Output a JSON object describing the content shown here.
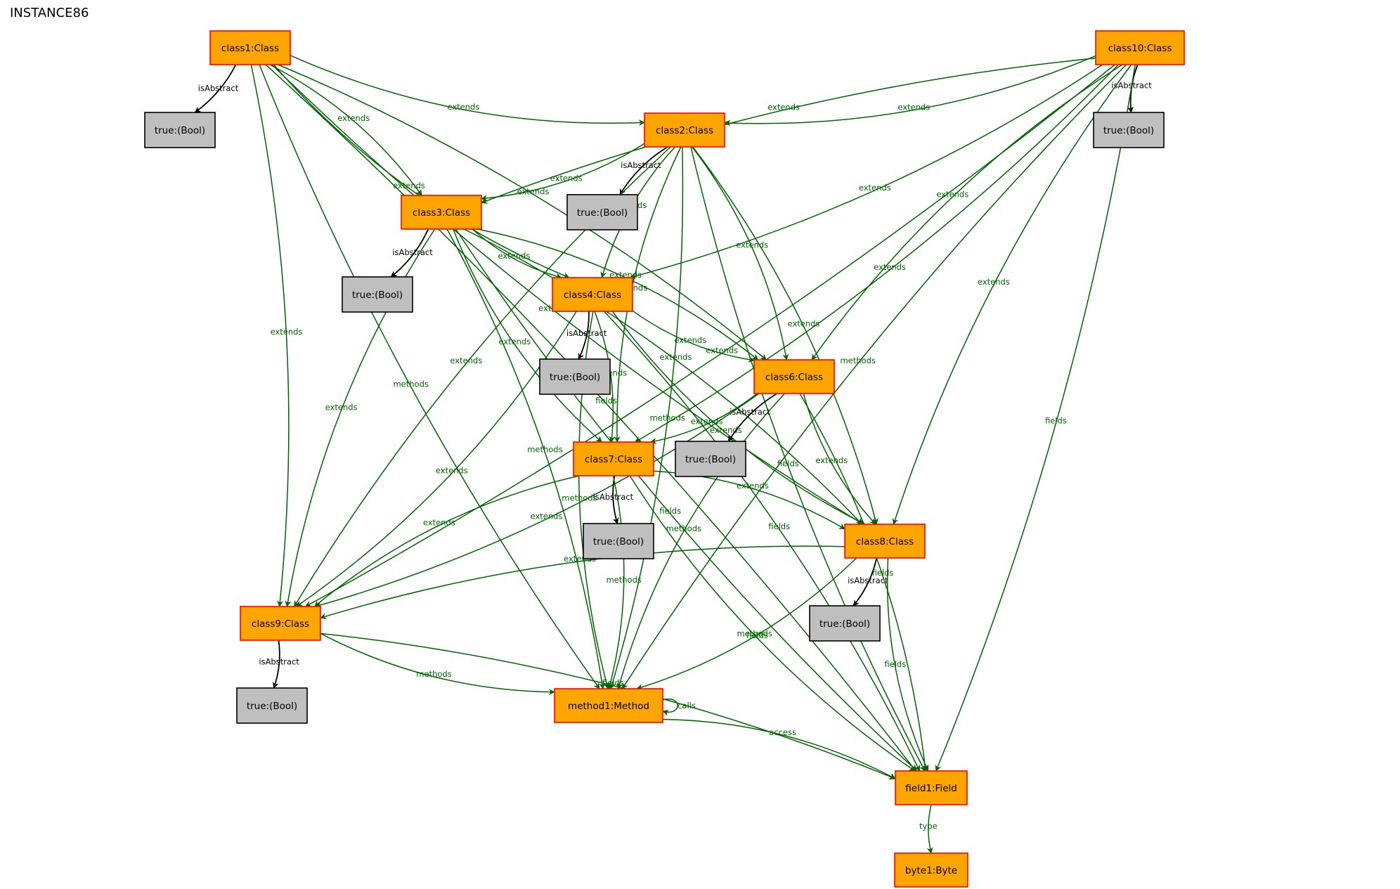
{
  "title": "INSTANCE86",
  "colors": {
    "class_fill": "#ffa500",
    "class_stroke": "#ff0000",
    "bool_fill": "#bfbfbf",
    "bool_stroke": "#000000",
    "edge_green": "#006400",
    "edge_black": "#000000"
  },
  "nodes": [
    {
      "id": "class1",
      "label": "class1:Class",
      "kind": "class"
    },
    {
      "id": "class10",
      "label": "class10:Class",
      "kind": "class"
    },
    {
      "id": "bool1",
      "label": "true:(Bool)",
      "kind": "bool"
    },
    {
      "id": "class2",
      "label": "class2:Class",
      "kind": "class"
    },
    {
      "id": "bool10",
      "label": "true:(Bool)",
      "kind": "bool"
    },
    {
      "id": "bool2",
      "label": "true:(Bool)",
      "kind": "bool"
    },
    {
      "id": "class3",
      "label": "class3:Class",
      "kind": "class"
    },
    {
      "id": "bool3",
      "label": "true:(Bool)",
      "kind": "bool"
    },
    {
      "id": "class4",
      "label": "class4:Class",
      "kind": "class"
    },
    {
      "id": "bool4",
      "label": "true:(Bool)",
      "kind": "bool"
    },
    {
      "id": "class6",
      "label": "class6:Class",
      "kind": "class"
    },
    {
      "id": "bool6",
      "label": "true:(Bool)",
      "kind": "bool"
    },
    {
      "id": "class7",
      "label": "class7:Class",
      "kind": "class"
    },
    {
      "id": "bool7",
      "label": "true:(Bool)",
      "kind": "bool"
    },
    {
      "id": "class8",
      "label": "class8:Class",
      "kind": "class"
    },
    {
      "id": "bool8",
      "label": "true:(Bool)",
      "kind": "bool"
    },
    {
      "id": "class9",
      "label": "class9:Class",
      "kind": "class"
    },
    {
      "id": "bool9",
      "label": "true:(Bool)",
      "kind": "bool"
    },
    {
      "id": "method1",
      "label": "method1:Method",
      "kind": "class"
    },
    {
      "id": "field1",
      "label": "field1:Field",
      "kind": "class"
    },
    {
      "id": "byte1",
      "label": "byte1:Byte",
      "kind": "class"
    }
  ],
  "edges": [
    {
      "from": "class1",
      "to": "bool1",
      "label": "isAbstract"
    },
    {
      "from": "class1",
      "to": "class2",
      "label": "extends"
    },
    {
      "from": "class1",
      "to": "class3",
      "label": "extends"
    },
    {
      "from": "class1",
      "to": "class4",
      "label": "extends"
    },
    {
      "from": "class1",
      "to": "class6",
      "label": "extends"
    },
    {
      "from": "class1",
      "to": "class8",
      "label": "extends"
    },
    {
      "from": "class1",
      "to": "class9",
      "label": "extends"
    },
    {
      "from": "class1",
      "to": "method1",
      "label": "methods"
    },
    {
      "from": "class1",
      "to": "field1",
      "label": "fields"
    },
    {
      "from": "class10",
      "to": "bool10",
      "label": "isAbstract"
    },
    {
      "from": "class10",
      "to": "class2",
      "label": "extends"
    },
    {
      "from": "class10",
      "to": "class3",
      "label": "extends"
    },
    {
      "from": "class10",
      "to": "class4",
      "label": "extends"
    },
    {
      "from": "class10",
      "to": "class6",
      "label": "extends"
    },
    {
      "from": "class10",
      "to": "class7",
      "label": "extends"
    },
    {
      "from": "class10",
      "to": "class8",
      "label": "extends"
    },
    {
      "from": "class10",
      "to": "class9",
      "label": "extends"
    },
    {
      "from": "class10",
      "to": "method1",
      "label": "methods"
    },
    {
      "from": "class10",
      "to": "field1",
      "label": "fields"
    },
    {
      "from": "class2",
      "to": "bool2",
      "label": "isAbstract"
    },
    {
      "from": "class2",
      "to": "class3",
      "label": "extends"
    },
    {
      "from": "class2",
      "to": "class4",
      "label": "extends"
    },
    {
      "from": "class2",
      "to": "class6",
      "label": "extends"
    },
    {
      "from": "class2",
      "to": "class7",
      "label": "extends"
    },
    {
      "from": "class2",
      "to": "class8",
      "label": "extends"
    },
    {
      "from": "class2",
      "to": "class9",
      "label": "extends"
    },
    {
      "from": "class2",
      "to": "method1",
      "label": "methods"
    },
    {
      "from": "class2",
      "to": "field1",
      "label": "fields"
    },
    {
      "from": "class3",
      "to": "bool3",
      "label": "isAbstract"
    },
    {
      "from": "class3",
      "to": "class4",
      "label": "extends"
    },
    {
      "from": "class3",
      "to": "class6",
      "label": "extends"
    },
    {
      "from": "class3",
      "to": "class7",
      "label": "extends"
    },
    {
      "from": "class3",
      "to": "class8",
      "label": "extends"
    },
    {
      "from": "class3",
      "to": "class9",
      "label": "extends"
    },
    {
      "from": "class3",
      "to": "method1",
      "label": "methods"
    },
    {
      "from": "class3",
      "to": "field1",
      "label": "fields"
    },
    {
      "from": "class4",
      "to": "bool4",
      "label": "isAbstract"
    },
    {
      "from": "class4",
      "to": "class6",
      "label": "extends"
    },
    {
      "from": "class4",
      "to": "class7",
      "label": "extends"
    },
    {
      "from": "class4",
      "to": "class8",
      "label": "extends"
    },
    {
      "from": "class4",
      "to": "class9",
      "label": "extends"
    },
    {
      "from": "class4",
      "to": "method1",
      "label": "methods"
    },
    {
      "from": "class4",
      "to": "field1",
      "label": "fields"
    },
    {
      "from": "class6",
      "to": "bool6",
      "label": "isAbstract"
    },
    {
      "from": "class6",
      "to": "class7",
      "label": "extends"
    },
    {
      "from": "class6",
      "to": "class8",
      "label": "extends"
    },
    {
      "from": "class6",
      "to": "class9",
      "label": "extends"
    },
    {
      "from": "class6",
      "to": "method1",
      "label": "methods"
    },
    {
      "from": "class6",
      "to": "field1",
      "label": "fields"
    },
    {
      "from": "class7",
      "to": "bool7",
      "label": "isAbstract"
    },
    {
      "from": "class7",
      "to": "class8",
      "label": "extends"
    },
    {
      "from": "class7",
      "to": "class9",
      "label": "extends"
    },
    {
      "from": "class7",
      "to": "method1",
      "label": "methods"
    },
    {
      "from": "class7",
      "to": "field1",
      "label": "fields"
    },
    {
      "from": "class8",
      "to": "bool8",
      "label": "isAbstract"
    },
    {
      "from": "class8",
      "to": "class9",
      "label": "extends"
    },
    {
      "from": "class8",
      "to": "method1",
      "label": "methods"
    },
    {
      "from": "class8",
      "to": "field1",
      "label": "fields"
    },
    {
      "from": "class9",
      "to": "bool9",
      "label": "isAbstract"
    },
    {
      "from": "class9",
      "to": "method1",
      "label": "methods"
    },
    {
      "from": "class9",
      "to": "field1",
      "label": "fields"
    },
    {
      "from": "method1",
      "to": "method1",
      "label": "calls"
    },
    {
      "from": "method1",
      "to": "field1",
      "label": "access"
    },
    {
      "from": "field1",
      "to": "byte1",
      "label": "type"
    }
  ]
}
